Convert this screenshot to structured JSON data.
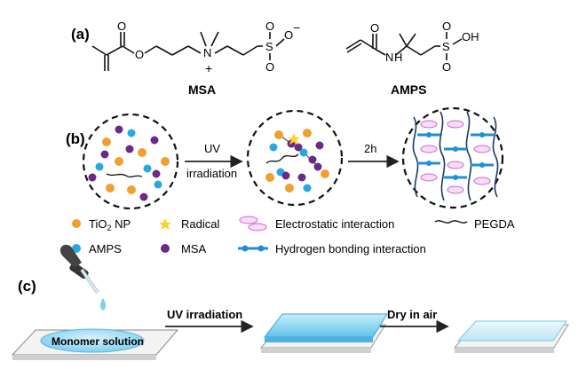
{
  "panel_a": {
    "label": "(a)",
    "msa_name": "MSA",
    "amps_name": "AMPS",
    "atoms": {
      "O": "O",
      "N": "N",
      "H": "H",
      "S": "S",
      "OH": "OH",
      "minus": "−",
      "plus": "+"
    }
  },
  "panel_b": {
    "label": "(b)",
    "step1_line1": "UV",
    "step1_line2": "irradiation",
    "step2": "2h",
    "legend": {
      "tio2_a": "TiO",
      "tio2_sub": "2",
      "tio2_b": " NP",
      "radical": "Radical",
      "electrostatic": "Electrostatic interaction",
      "pegda": "PEGDA",
      "amps": "AMPS",
      "msa": "MSA",
      "hbond": "Hydrogen bonding interaction"
    }
  },
  "panel_c": {
    "label": "(c)",
    "monomer_solution": "Monomer solution",
    "step1": "UV irradiation",
    "step2": "Dry in air"
  },
  "colors": {
    "tio2": "#f0a030",
    "amps": "#29a8e0",
    "msa": "#6a2a8a",
    "radical": "#ffd21f",
    "hbond": "#1f8fd6",
    "electrostatic": "#c86ac8",
    "gel": "#8fd6f0"
  }
}
